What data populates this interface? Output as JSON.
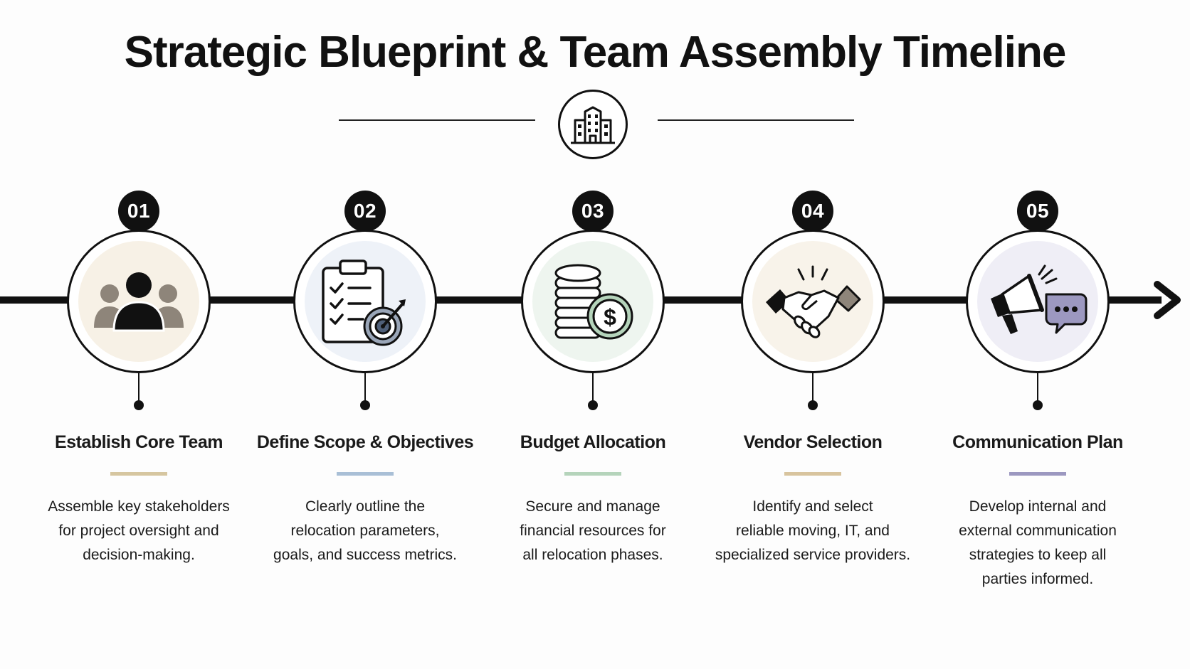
{
  "page": {
    "title": "Strategic Blueprint & Team Assembly Timeline"
  },
  "header": {
    "icon": "building-icon"
  },
  "timeline": {
    "end_icon": "arrow-right-icon"
  },
  "steps": [
    {
      "number": "01",
      "title": "Establish Core Team",
      "description_lines": [
        "Assemble key stakeholders",
        "for project oversight and",
        "decision-making."
      ],
      "icon": "team-people-icon",
      "accent_color": "#d6c6a0",
      "tint_color": "#f7f1e6"
    },
    {
      "number": "02",
      "title": "Define Scope & Objectives",
      "description_lines": [
        "Clearly outline the",
        "relocation parameters,",
        "goals, and success metrics."
      ],
      "icon": "clipboard-target-icon",
      "accent_color": "#a9bfd6",
      "tint_color": "#eef2f8"
    },
    {
      "number": "03",
      "title": "Budget Allocation",
      "description_lines": [
        "Secure and manage",
        "financial resources for",
        "all relocation phases."
      ],
      "icon": "coins-dollar-icon",
      "accent_color": "#b5d4bb",
      "tint_color": "#eef5ef"
    },
    {
      "number": "04",
      "title": "Vendor Selection",
      "description_lines": [
        "Identify and select",
        "reliable moving, IT, and",
        "specialized service providers."
      ],
      "icon": "handshake-icon",
      "accent_color": "#d8c49e",
      "tint_color": "#f8f3ea"
    },
    {
      "number": "05",
      "title": "Communication Plan",
      "description_lines": [
        "Develop internal and",
        "external communication",
        "strategies to keep all",
        "parties informed."
      ],
      "icon": "megaphone-chat-icon",
      "accent_color": "#9c98c0",
      "tint_color": "#efeef6"
    }
  ]
}
